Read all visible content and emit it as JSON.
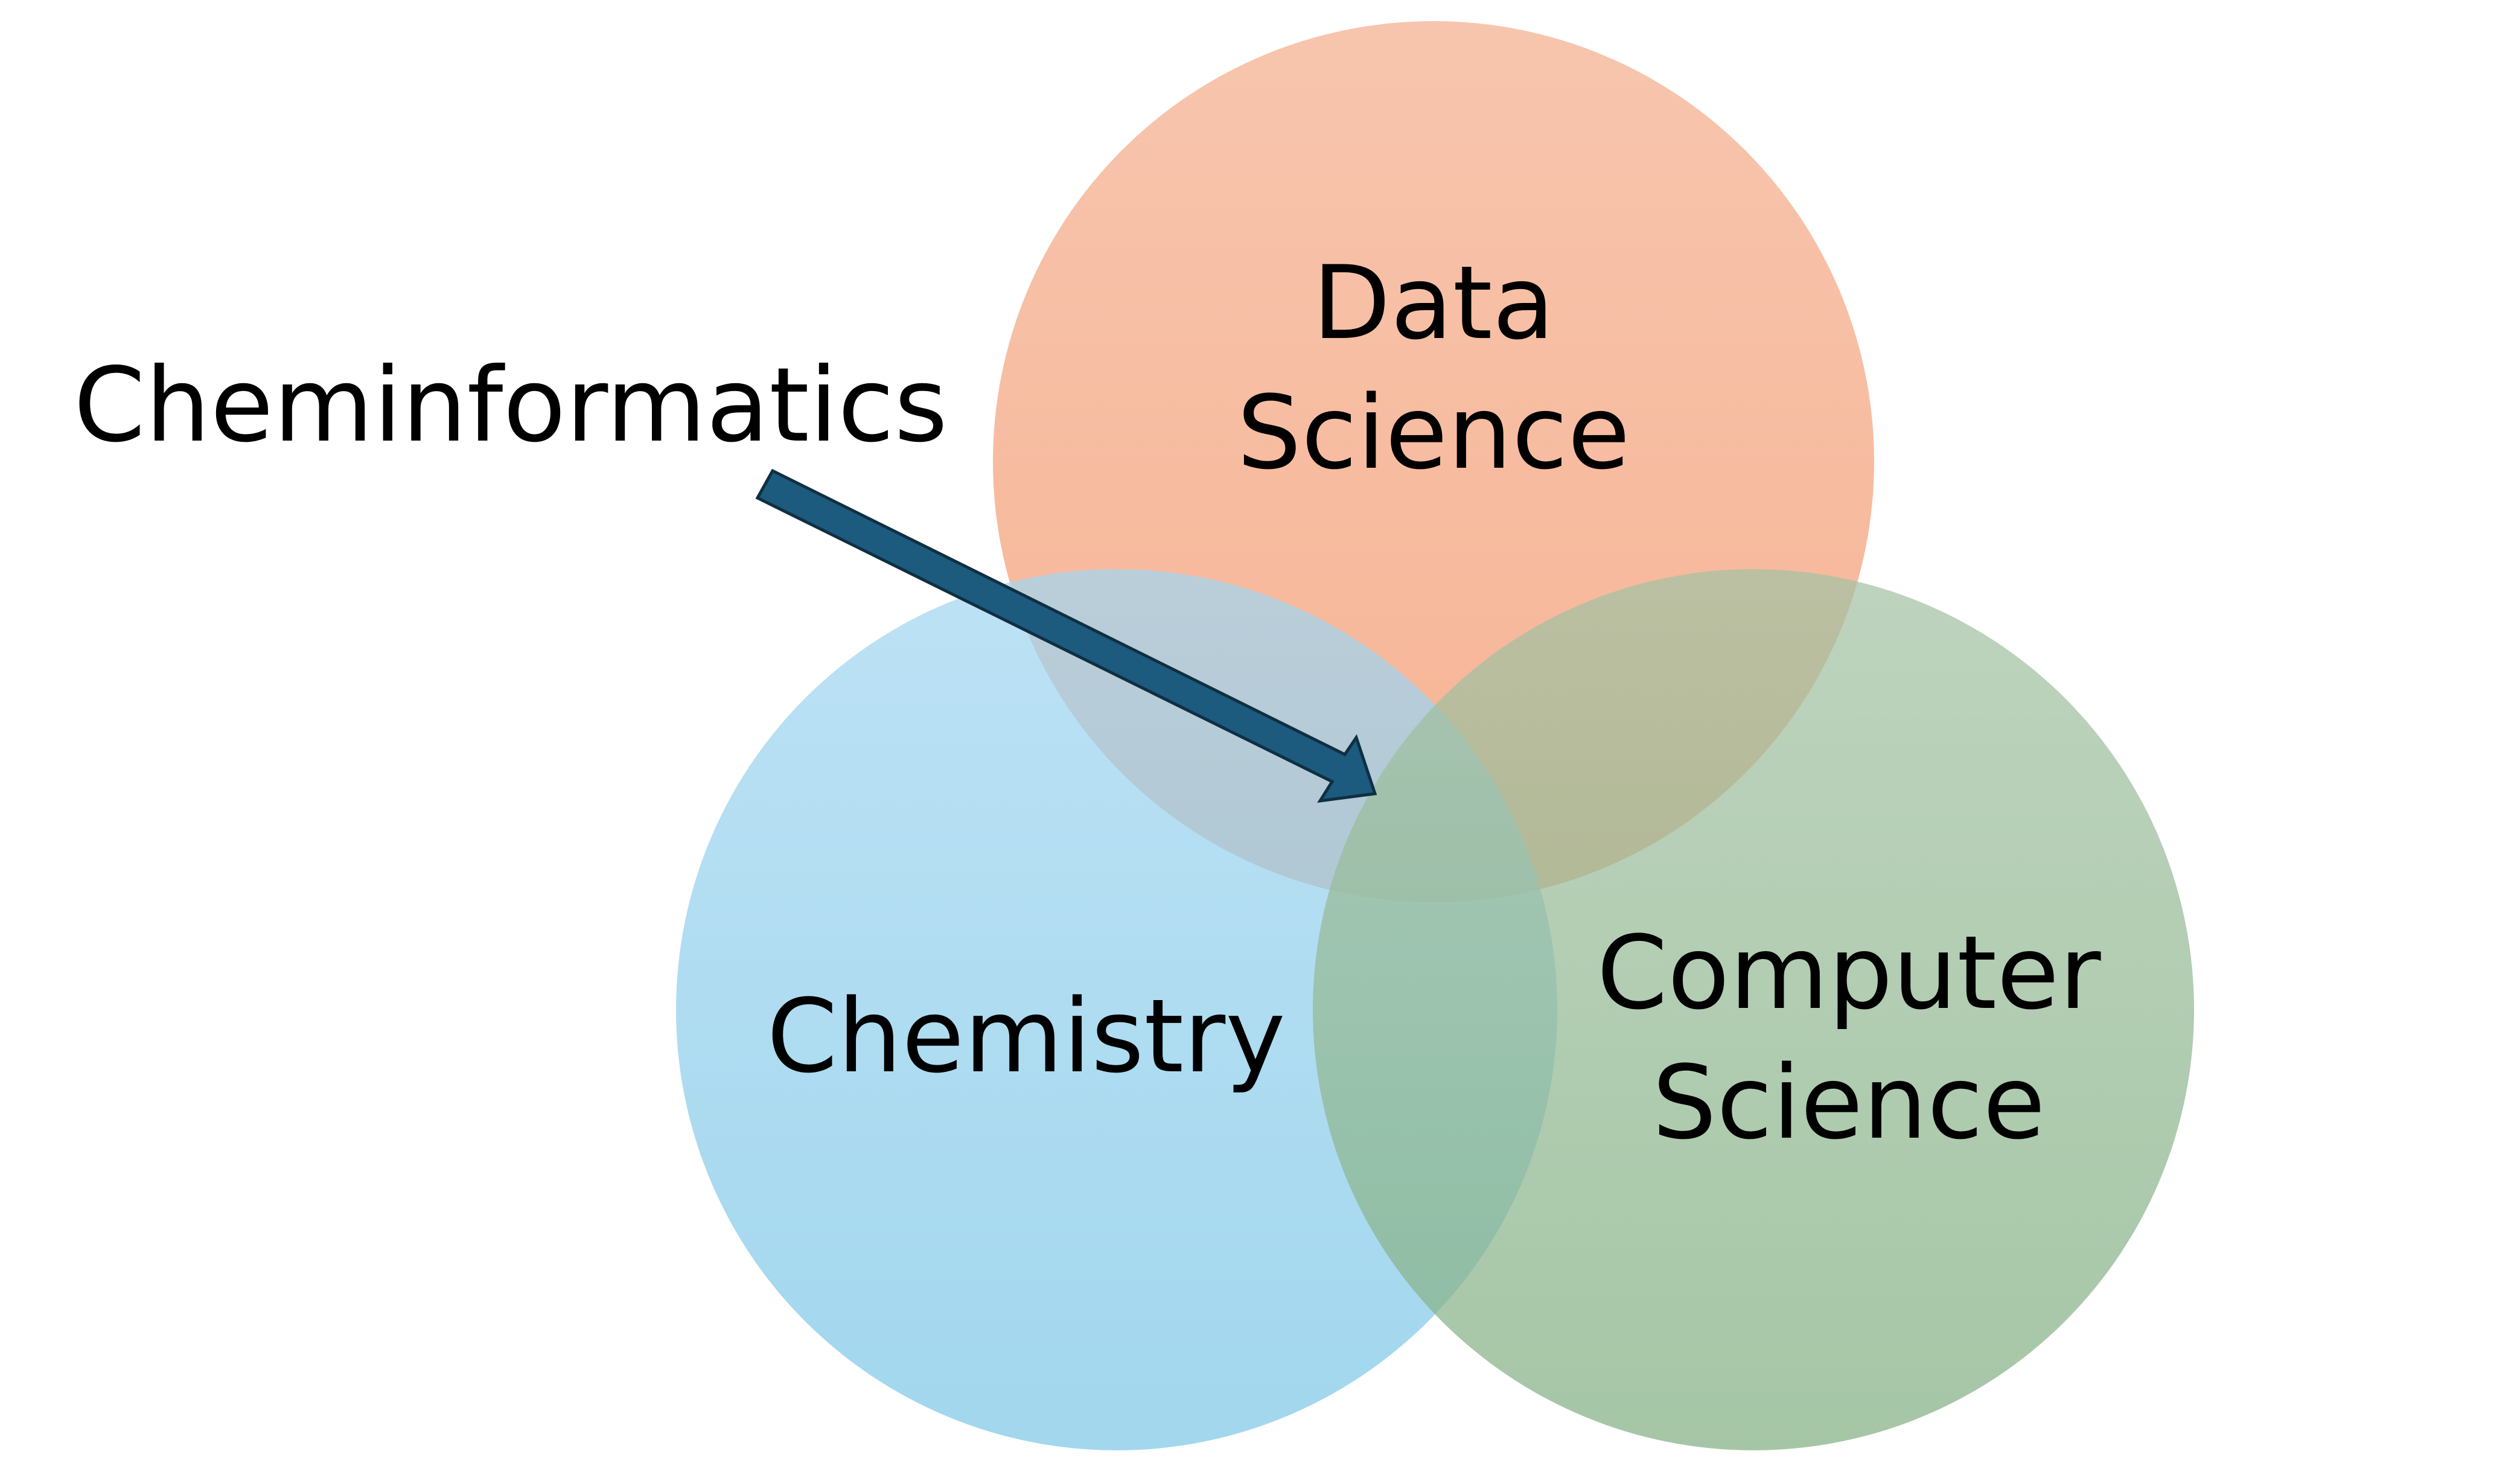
{
  "diagram": {
    "type": "venn",
    "sets": {
      "data_science": {
        "line1": "Data",
        "line2": "Science",
        "color_top": "#f6c0a6",
        "color_bottom": "#f6ad8b"
      },
      "chemistry": {
        "label": "Chemistry",
        "color_top": "#a3d6f1",
        "color_bottom": "#7dc7e7"
      },
      "computer_science": {
        "line1": "Computer",
        "line2": "Science",
        "color_top": "#a4c2a4",
        "color_bottom": "#82b083"
      }
    },
    "annotation": {
      "label": "Cheminformatics",
      "arrow_icon": "arrow-right-down-icon",
      "arrow_color": "#1c5a7e"
    }
  }
}
